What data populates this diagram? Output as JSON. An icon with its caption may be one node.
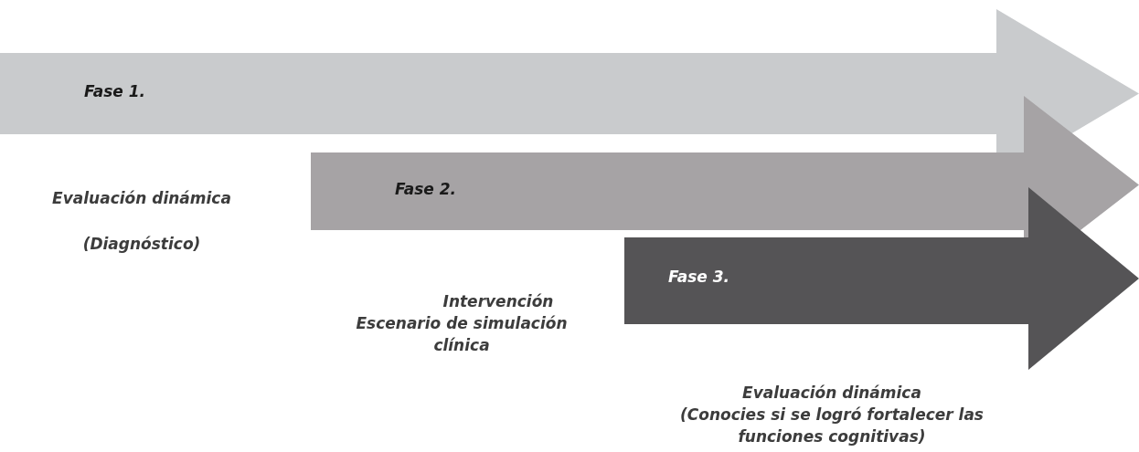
{
  "diagram": {
    "nodes": [
      {
        "text": [
          "Fase 1."
        ],
        "beside": [
          "Evaluación dinámica",
          "(Diagnóstico)"
        ]
      },
      {
        "text": [
          "Fase 2."
        ],
        "beside": [
          "Intervención",
          "Escenario de simulación clínica"
        ]
      },
      {
        "text": [
          "Fase 3."
        ],
        "beside": [
          "Evaluación dinámica",
          "(Conocies si se logró fortalecer las funciones cognitivas)"
        ]
      }
    ]
  }
}
